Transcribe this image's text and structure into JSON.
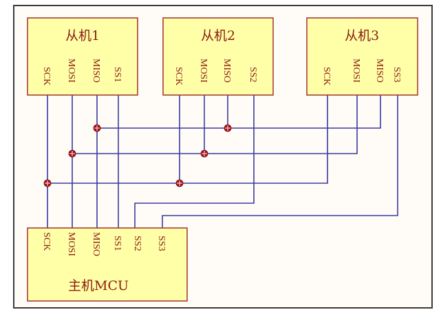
{
  "diagram": {
    "title": "SPI multi-slave wiring",
    "chips": {
      "slave1": {
        "label": "从机1",
        "pins": [
          "SCK",
          "MOSI",
          "MISO",
          "SS1"
        ]
      },
      "slave2": {
        "label": "从机2",
        "pins": [
          "SCK",
          "MOSI",
          "MISO",
          "SS2"
        ]
      },
      "slave3": {
        "label": "从机3",
        "pins": [
          "SCK",
          "MOSI",
          "MISO",
          "SS3"
        ]
      },
      "master": {
        "label": "主机MCU",
        "pins": [
          "SCK",
          "MOSI",
          "MISO",
          "SS1",
          "SS2",
          "SS3"
        ]
      }
    },
    "nets": [
      {
        "name": "MISO",
        "connects": [
          "master.MISO",
          "slave1.MISO",
          "slave2.MISO",
          "slave3.MISO"
        ]
      },
      {
        "name": "MOSI",
        "connects": [
          "master.MOSI",
          "slave1.MOSI",
          "slave2.MOSI",
          "slave3.MOSI"
        ]
      },
      {
        "name": "SCK",
        "connects": [
          "master.SCK",
          "slave1.SCK",
          "slave2.SCK",
          "slave3.SCK"
        ]
      },
      {
        "name": "SS1",
        "connects": [
          "master.SS1",
          "slave1.SS1"
        ]
      },
      {
        "name": "SS2",
        "connects": [
          "master.SS2",
          "slave2.SS2"
        ]
      },
      {
        "name": "SS3",
        "connects": [
          "master.SS3",
          "slave3.SS3"
        ]
      }
    ],
    "colors": {
      "wire": "#3a3aa0",
      "chip_fill": "#ffffa8",
      "chip_border": "#a0322a",
      "text": "#8b1a10",
      "junction": "#a0101a"
    }
  }
}
